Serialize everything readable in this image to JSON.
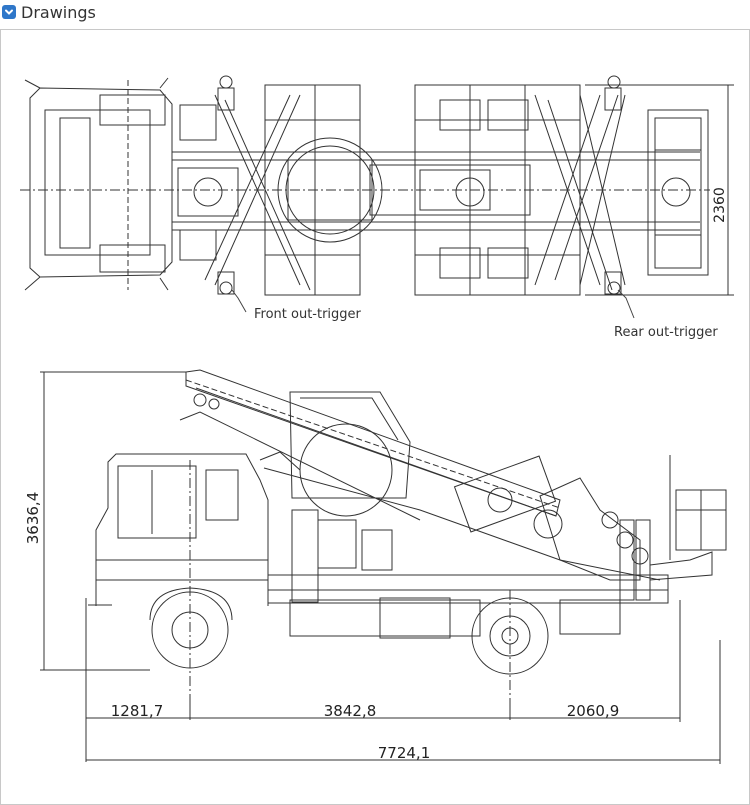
{
  "header": {
    "title": "Drawings",
    "toggle_icon": "chevron-down-icon",
    "accent": "#2f77c9"
  },
  "top_view": {
    "front_label": "Front out-trigger",
    "rear_label": "Rear out-trigger",
    "width_dim": "2360"
  },
  "side_view": {
    "height_dim": "3636,4",
    "front_overhang": "1281,7",
    "wheelbase": "3842,8",
    "rear_overhang": "2060,9",
    "total_length": "7724,1"
  }
}
